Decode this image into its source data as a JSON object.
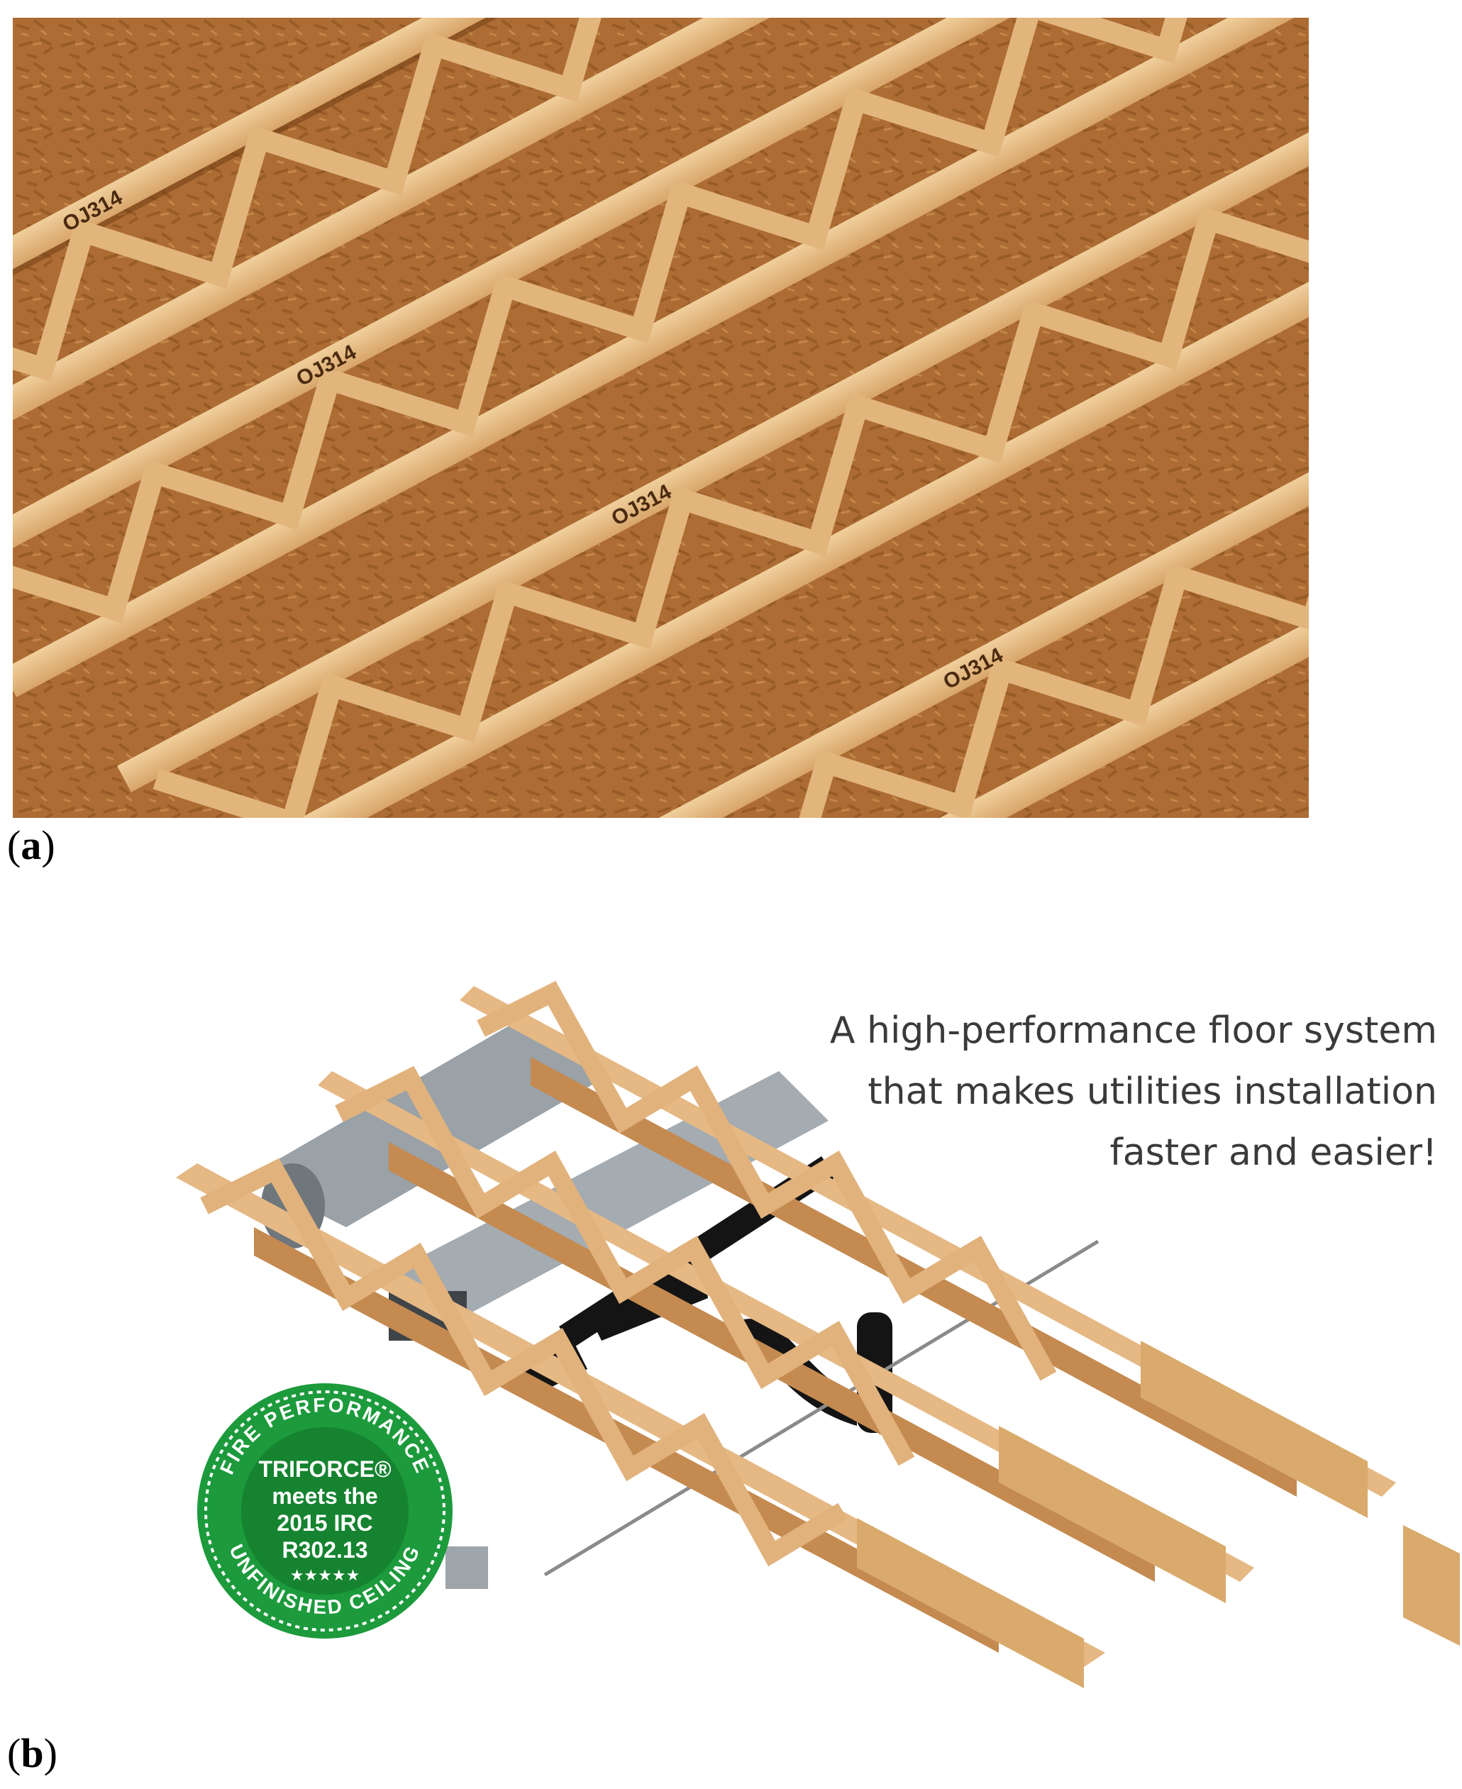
{
  "panel_a": {
    "caption_open": "(",
    "caption_letter": "a",
    "caption_close": ")",
    "joist_marks": [
      "OJ314",
      "OJ314",
      "OJ314",
      "OJ314"
    ],
    "colors": {
      "osb": "#b8763a",
      "flange": "#e6bd86",
      "shadow": "#6b3a14"
    }
  },
  "panel_b": {
    "caption_open": "(",
    "caption_letter": "b",
    "caption_close": ")",
    "tagline_lines": [
      "A high-performance floor system",
      "that makes utilities installation",
      "faster and easier!"
    ],
    "badge": {
      "top_arc": "FIRE PERFORMANCE",
      "bottom_arc": "UNFINISHED CEILING",
      "lines": [
        "TRIFORCE®",
        "meets the",
        "2015 IRC",
        "R302.13"
      ],
      "stars": "★★★★★",
      "color": "#1c9a3c"
    },
    "colors": {
      "wood": "#e5b884",
      "wood_dark": "#c48a50",
      "duct": "#9aa1a7",
      "pipe": "#141414",
      "osb": "#d9aa6c"
    }
  }
}
